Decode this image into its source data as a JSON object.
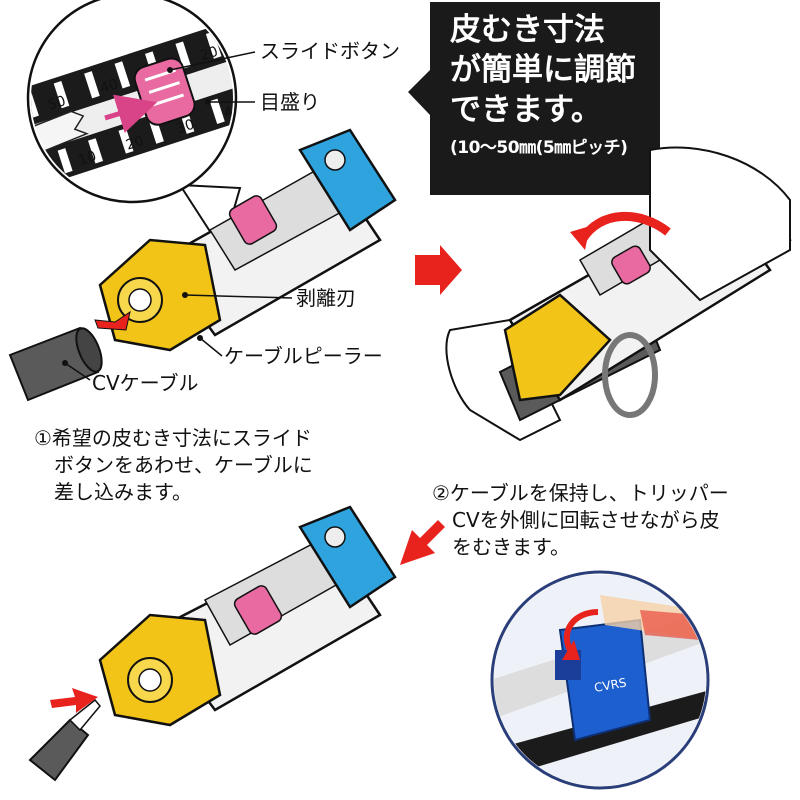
{
  "callout": {
    "lines": [
      "皮むき寸法",
      "が簡単に調節",
      "できます。"
    ],
    "note": "(10～50㎜(5㎜ピッチ)"
  },
  "labels": {
    "slide_button": "スライドボタン",
    "scale": "目盛り",
    "peeling_blade": "剥離刃",
    "cable_peeler": "ケーブルピーラー",
    "cv_cable": "CVケーブル"
  },
  "scale_ticks_top": [
    "50",
    "40",
    "30",
    "20",
    "10"
  ],
  "scale_ticks_bottom": [
    "10",
    "20",
    "30",
    "40"
  ],
  "step1": {
    "lines": [
      "①希望の皮むき寸法にスライド",
      "　ボタンをあわせ、ケーブルに",
      "　差し込みます。"
    ]
  },
  "step2": {
    "lines": [
      "②ケーブルを保持し、トリッパー",
      "　CVを外側に回転させながら皮",
      "　をむきます。"
    ]
  },
  "colors": {
    "yellow": "#f2c417",
    "blue": "#2ea3de",
    "pink": "#e86aa0",
    "arrow_red": "#e8231e",
    "callout_bg": "#1a1a1a",
    "cable_gray": "#5a5a5a"
  }
}
